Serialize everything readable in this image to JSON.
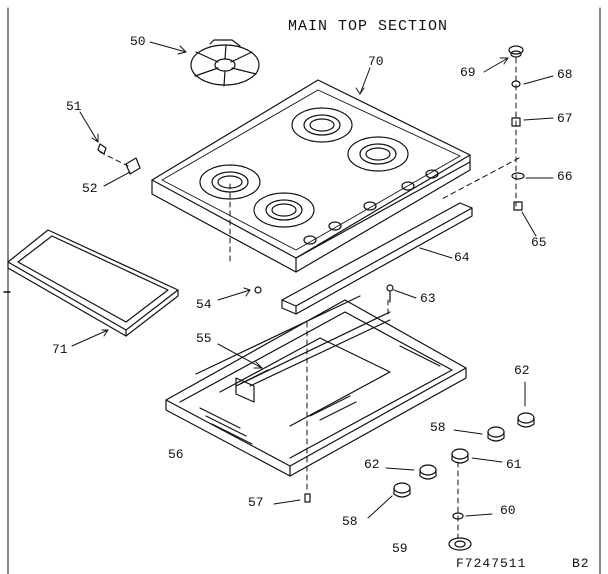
{
  "title": "MAIN TOP SECTION",
  "drawing_code": "F7247511",
  "page_code": "B2",
  "part_labels": {
    "p50": "50",
    "p70": "70",
    "p69": "69",
    "p68": "68",
    "p67": "67",
    "p66": "66",
    "p65": "65",
    "p51": "51",
    "p52": "52",
    "p64": "64",
    "p54": "54",
    "p63": "63",
    "p71": "71",
    "p55": "55",
    "p62a": "62",
    "p58a": "58",
    "p56": "56",
    "p61": "61",
    "p62b": "62",
    "p57": "57",
    "p58b": "58",
    "p60": "60",
    "p59": "59"
  },
  "colors": {
    "ink": "#111111",
    "paper": "#ffffff"
  }
}
